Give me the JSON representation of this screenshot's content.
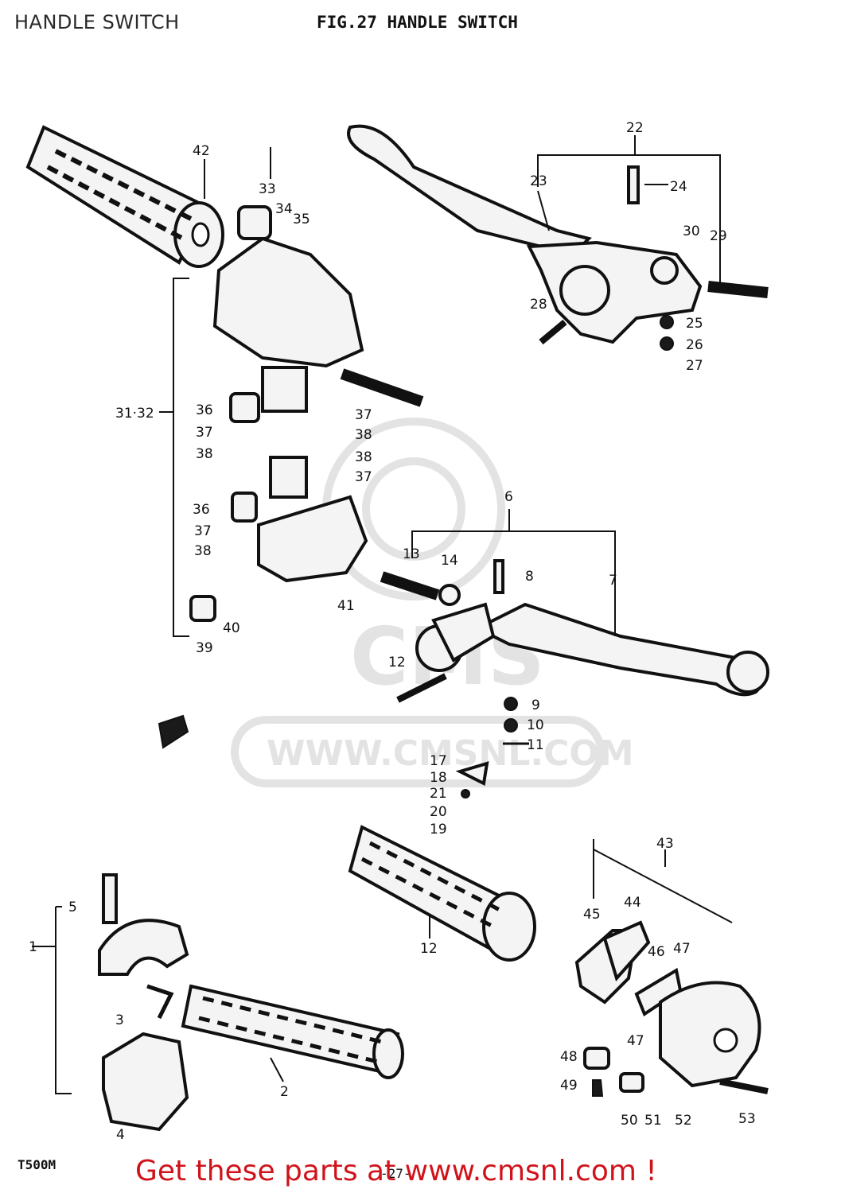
{
  "header": {
    "page_title": "HANDLE SWITCH",
    "figure_title": "FIG.27  HANDLE SWITCH"
  },
  "footer": {
    "model": "T500M",
    "page_number": "-27-",
    "cta": "Get these parts at www.cmsnl.com !",
    "cta_color": "#d0131b"
  },
  "watermark": {
    "brand": "CMS",
    "url": "WWW.CMSNL.COM"
  },
  "callouts": {
    "c1": "1",
    "c2": "2",
    "c3": "3",
    "c4": "4",
    "c5": "5",
    "c6": "6",
    "c7": "7",
    "c8": "8",
    "c9": "9",
    "c10": "10",
    "c11": "11",
    "c12a": "12",
    "c12b": "12",
    "c13": "13",
    "c14": "14",
    "c17": "17",
    "c18": "18",
    "c19": "19",
    "c20": "20",
    "c21": "21",
    "c22": "22",
    "c23": "23",
    "c24": "24",
    "c25": "25",
    "c26": "26",
    "c27": "27",
    "c28": "28",
    "c29": "29",
    "c30": "30",
    "c3132": "31·32",
    "c33": "33",
    "c34": "34",
    "c35": "35",
    "c36a": "36",
    "c36b": "36",
    "c37a": "37",
    "c37b": "37",
    "c37c": "37",
    "c37d": "37",
    "c38a": "38",
    "c38b": "38",
    "c38c": "38",
    "c38d": "38",
    "c39": "39",
    "c40": "40",
    "c41": "41",
    "c42": "42",
    "c43": "43",
    "c44": "44",
    "c45": "45",
    "c46": "46",
    "c47a": "47",
    "c47b": "47",
    "c48": "48",
    "c49": "49",
    "c50": "50",
    "c51": "51",
    "c52": "52",
    "c53": "53"
  }
}
